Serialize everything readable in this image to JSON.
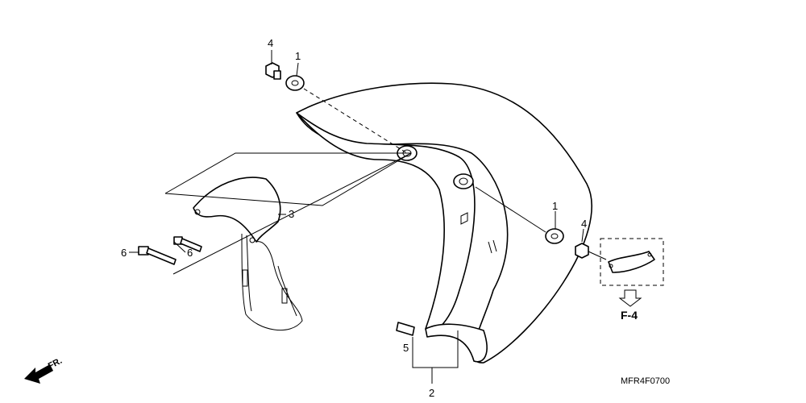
{
  "callouts": {
    "c1_top": "1",
    "c4_top": "4",
    "c3": "3",
    "c6_left": "6",
    "c6_mid": "6",
    "c1_right": "1",
    "c4_right": "4",
    "c5": "5",
    "c2": "2"
  },
  "reference": "F-4",
  "drawing_code": "MFR4F0700",
  "direction_label": "FR."
}
